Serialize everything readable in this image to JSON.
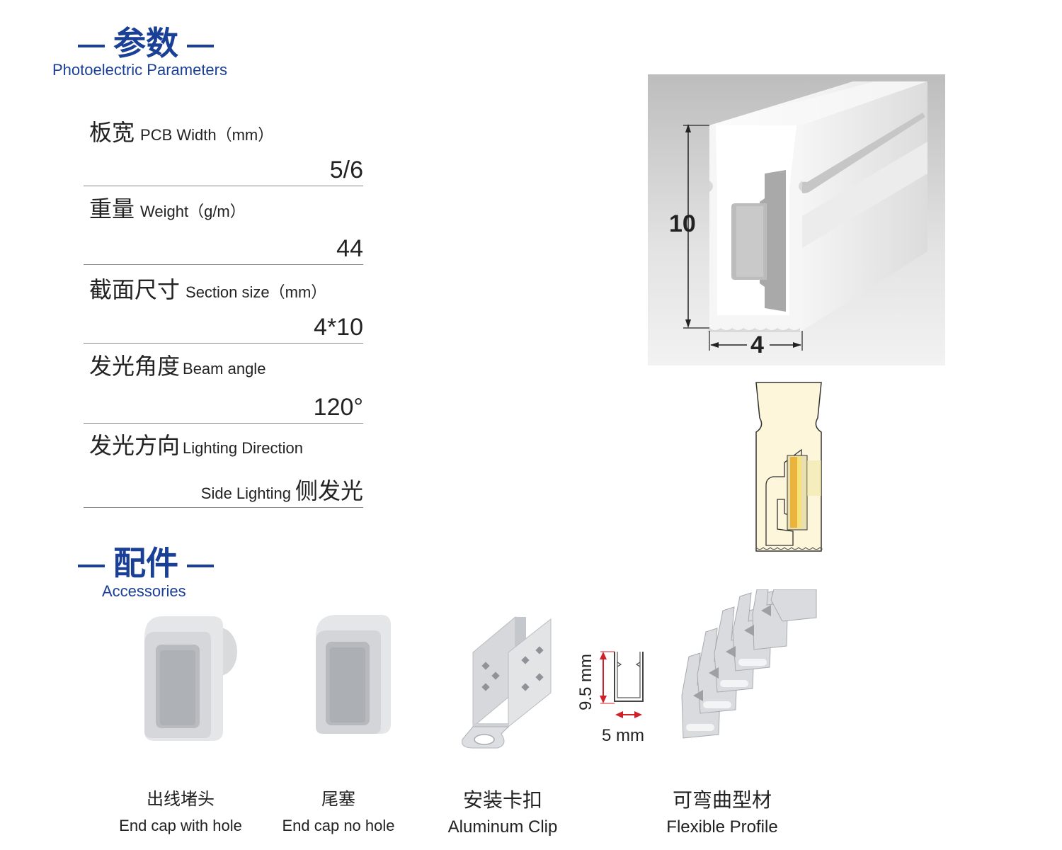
{
  "params_section": {
    "title": "参数",
    "subtitle": "Photoelectric Parameters"
  },
  "params": [
    {
      "cn": "板宽",
      "en": "PCB Width（mm）",
      "value": "5/6"
    },
    {
      "cn": "重量",
      "en": "Weight（g/m）",
      "value": "44"
    },
    {
      "cn": "截面尺寸",
      "en": "Section size（mm）",
      "value": "4*10"
    },
    {
      "cn": "发光角度",
      "en": "Beam angle",
      "value": "120°"
    },
    {
      "cn": "发光方向",
      "en": "Lighting Direction",
      "value_en": "Side Lighting",
      "value_cn": "侧发光"
    }
  ],
  "profile_dims": {
    "height": "10",
    "width": "4"
  },
  "accessories_section": {
    "title": "配件",
    "subtitle": "Accessories"
  },
  "accessories": [
    {
      "cn": "出线堵头",
      "en": "End cap with hole"
    },
    {
      "cn": "尾塞",
      "en": "End cap no hole"
    },
    {
      "cn": "安装卡扣",
      "en": "Aluminum Clip"
    },
    {
      "cn": "可弯曲型材",
      "en": "Flexible Profile"
    }
  ],
  "clip_dims": {
    "height": "9.5 mm",
    "width": "5 mm"
  },
  "colors": {
    "brand_blue": "#1a3f96",
    "dim_red": "#d0202a",
    "led_yellow": "#f0d77a"
  }
}
